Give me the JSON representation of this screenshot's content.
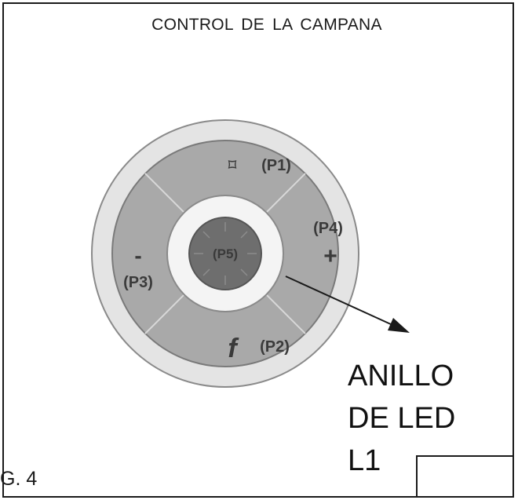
{
  "title": "CONTROL  DE  LA CAMPANA",
  "figure_label": "G. 4",
  "ring_label": [
    "ANILLO",
    "DE LED",
    "L1"
  ],
  "buttons": {
    "p1": {
      "symbol": "⌑",
      "label": "(P1)"
    },
    "p2": {
      "symbol": "f",
      "label": "(P2)"
    },
    "p3": {
      "symbol": "-",
      "label": "(P3)"
    },
    "p4": {
      "symbol": "+",
      "label": "(P4)"
    },
    "p5": {
      "label": "(P5)"
    }
  },
  "colors": {
    "outer_rim": "#e4e4e4",
    "button_ring": "#a9a9a9",
    "white_ring": "#f4f4f4",
    "center": "#6e6e6e",
    "divider": "#d8d8d8",
    "line": "#1a1a1a"
  }
}
